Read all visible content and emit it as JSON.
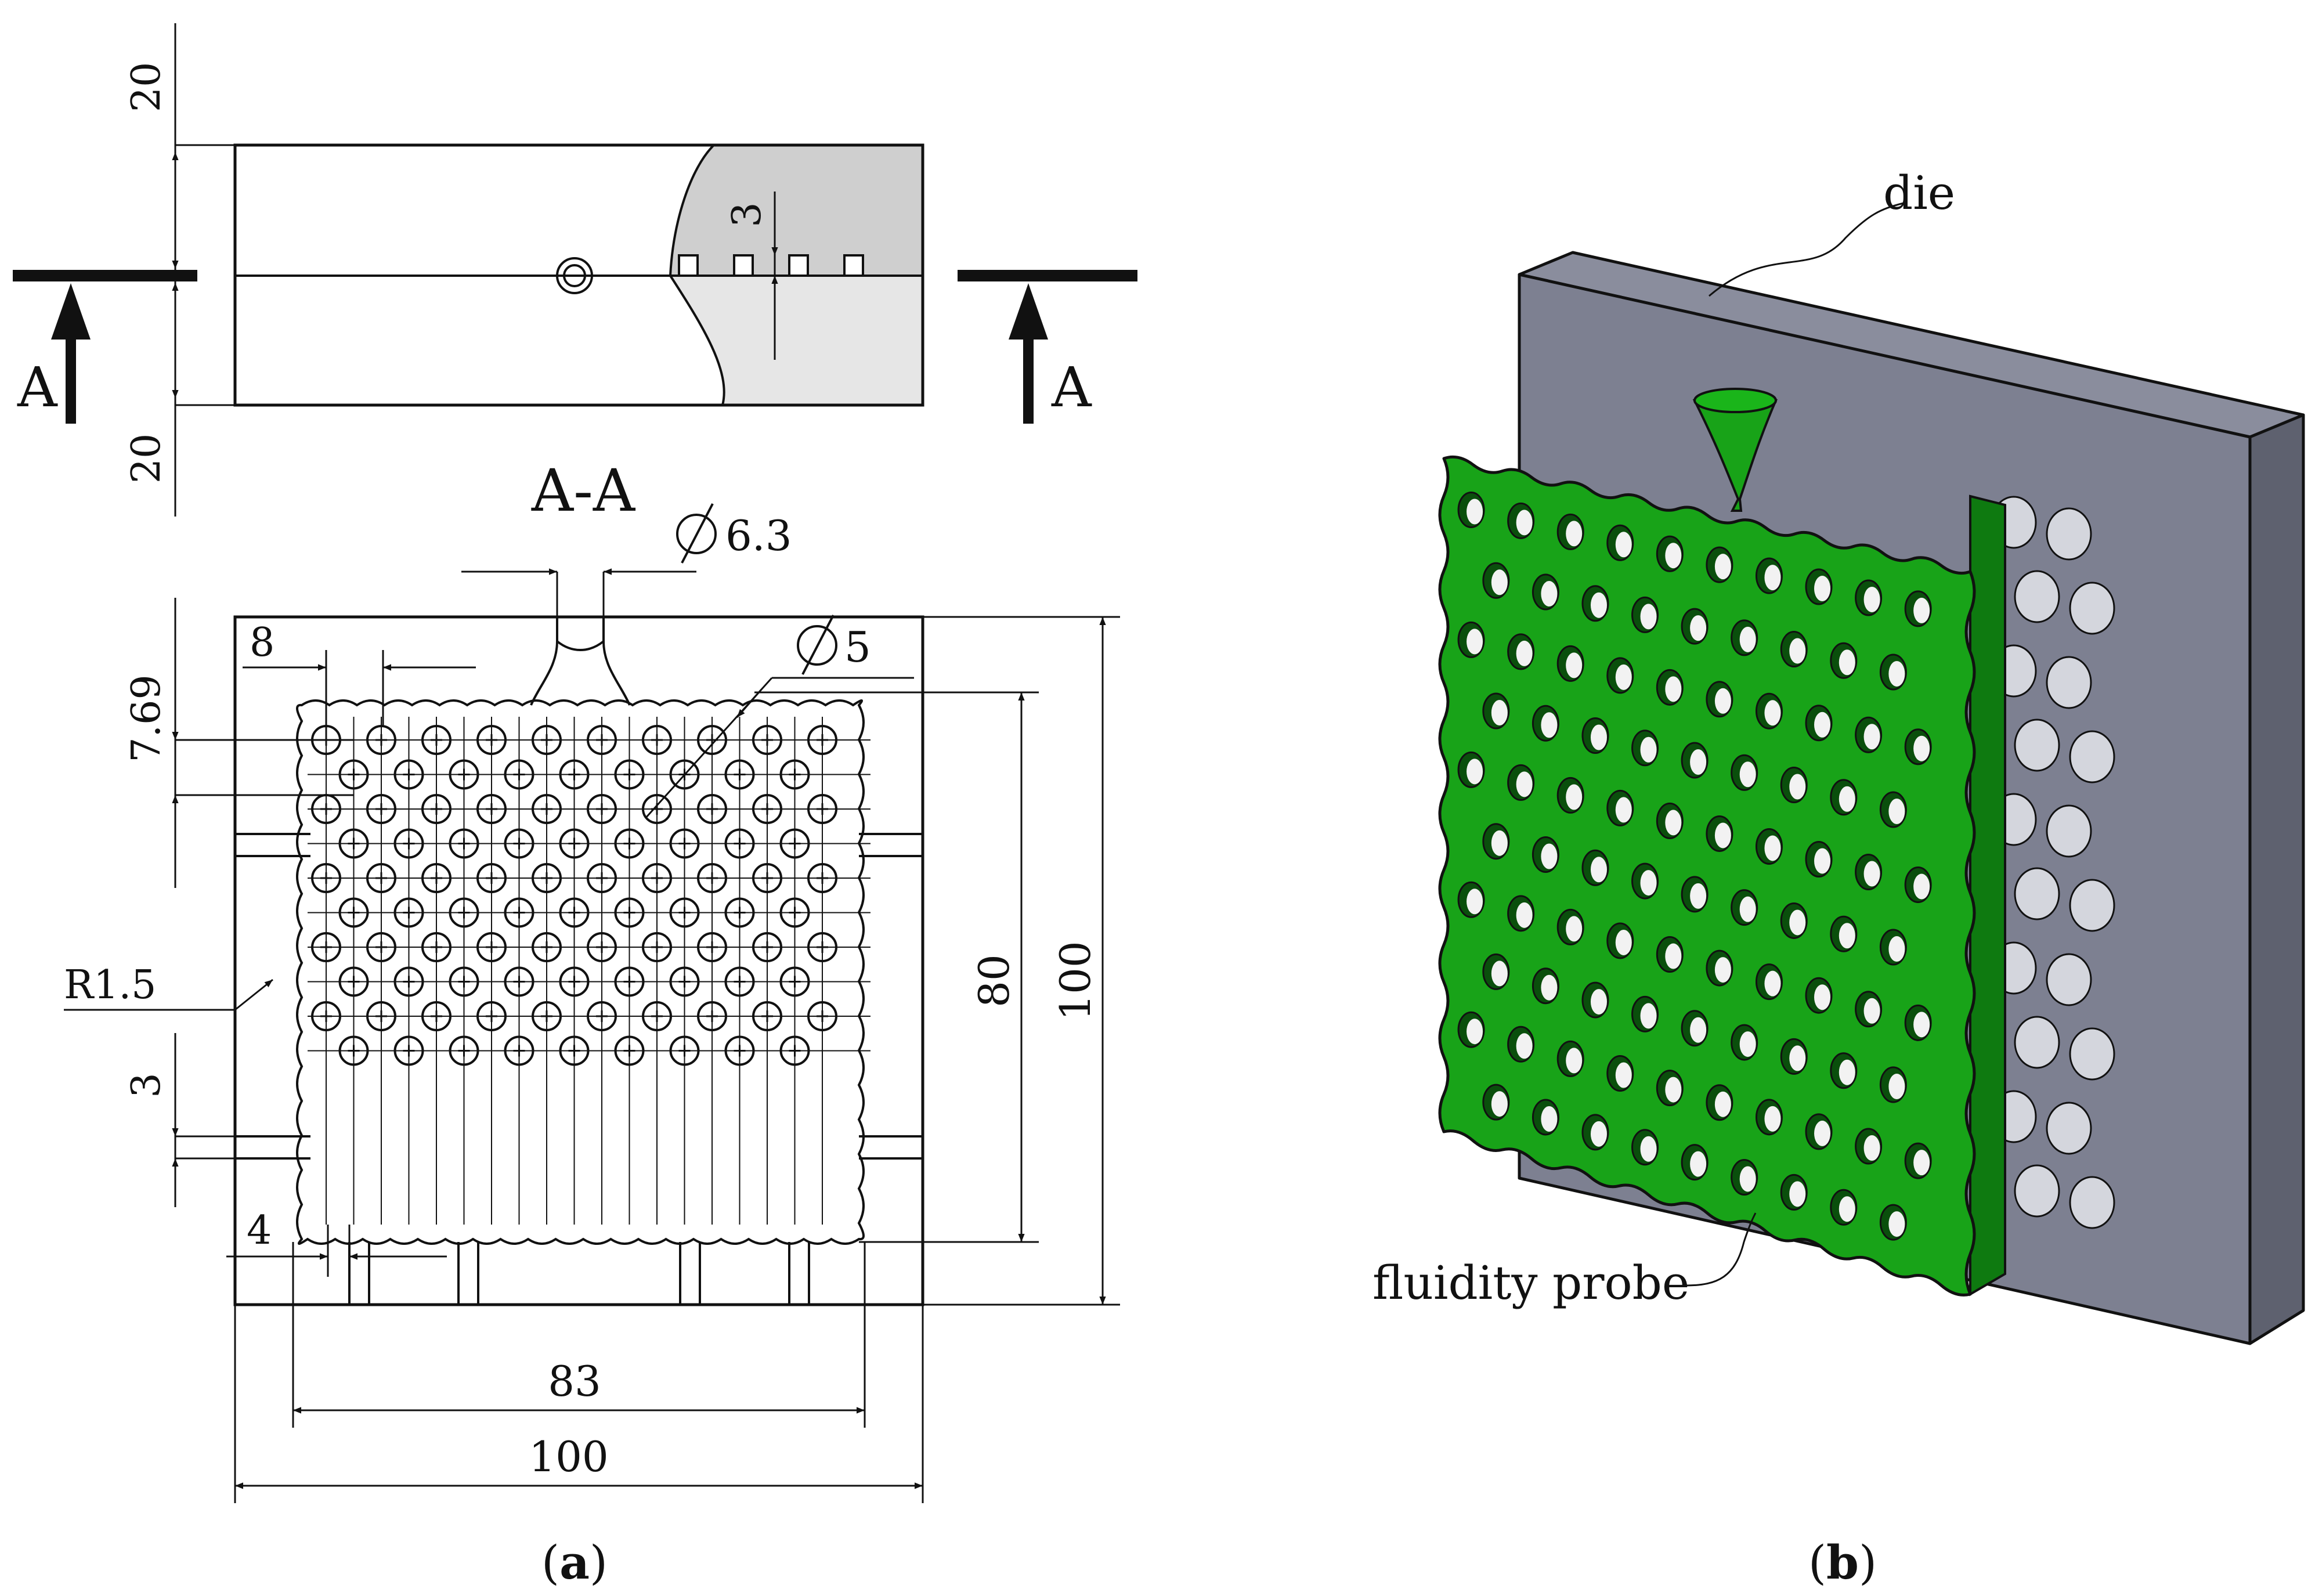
{
  "panel_a": {
    "caption_letter": "a",
    "side_view": {
      "dim_top": "20",
      "dim_bottom": "20",
      "dim_slot": "3",
      "section_left": "A",
      "section_right": "A"
    },
    "section_view": {
      "title": "A-A",
      "dim_sprue": "6.3",
      "dim_hole": "5",
      "dim_pitch": "8",
      "dim_offset": "7.69",
      "dim_radius": "R1.5",
      "dim_gap_3": "3",
      "dim_gap_4": "4",
      "dim_height_inner": "80",
      "dim_height_outer": "100",
      "dim_width_inner": "83",
      "dim_width_outer": "100",
      "hole_rows": 10,
      "holes_per_row": [
        10,
        9,
        10,
        9,
        10,
        9,
        10,
        9,
        10,
        9
      ]
    }
  },
  "panel_b": {
    "caption_letter": "b",
    "label_die": "die",
    "label_probe": "fluidity probe",
    "colors": {
      "die": "#7d8091",
      "die_side": "#5e616f",
      "probe": "#18a318",
      "probe_side": "#0e7a10"
    }
  }
}
